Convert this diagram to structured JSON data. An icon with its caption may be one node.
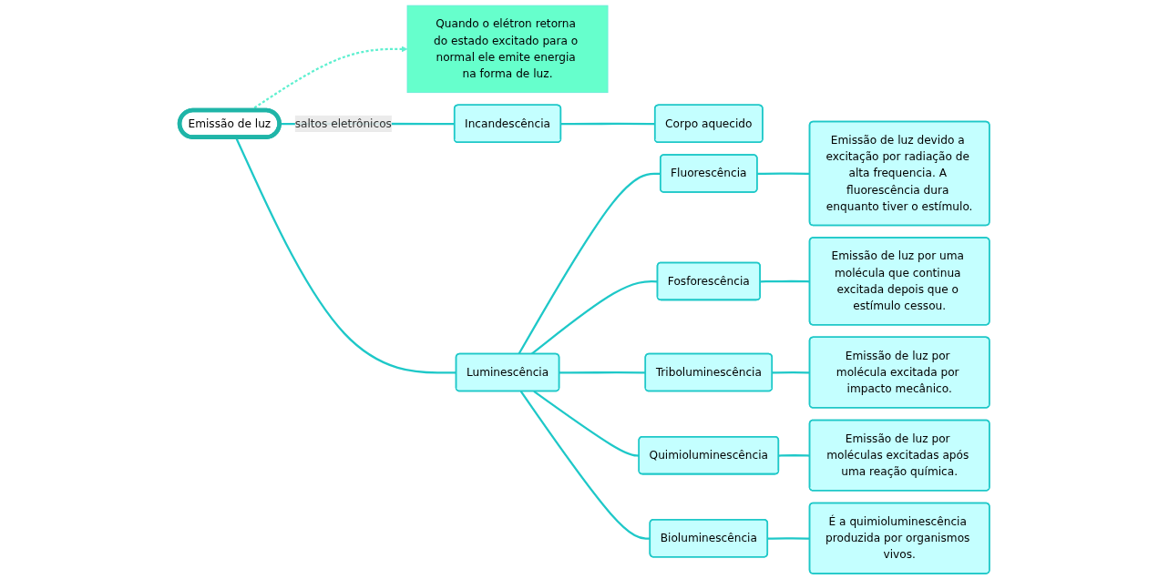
{
  "diagram": {
    "nodes": [
      {
        "text": [
          "Emissão de luz"
        ]
      },
      {
        "text": [
          "Quando o elétron retorna do estado excitado para o normal ele emite energia na forma de luz."
        ]
      },
      {
        "text": [
          "Incandescência"
        ]
      },
      {
        "text": [
          "Corpo aquecido"
        ]
      },
      {
        "text": [
          "Luminescência"
        ]
      },
      {
        "text": [
          "Fluorescência"
        ]
      },
      {
        "text": [
          "Emissão de luz devido a excitação por radiação de alta frequencia. A fluorescência dura enquanto tiver o estímulo."
        ]
      },
      {
        "text": [
          "Fosforescência"
        ]
      },
      {
        "text": [
          "Emissão de luz por uma molécula que continua excitada depois que o estímulo cessou."
        ]
      },
      {
        "text": [
          "Triboluminescência"
        ]
      },
      {
        "text": [
          "Emissão de luz por molécula excitada por impacto mecânico."
        ]
      },
      {
        "text": [
          "Quimioluminescência"
        ]
      },
      {
        "text": [
          "Emissão de luz por moléculas excitadas após uma reação química."
        ]
      },
      {
        "text": [
          "Bioluminescência"
        ]
      },
      {
        "text": [
          "É a quimioluminescência produzida por organismos vivos."
        ]
      }
    ],
    "edges": [
      {
        "from": 0,
        "to": 1,
        "arrow": "to",
        "style": "dashed",
        "color": "#5ff0d0"
      },
      {
        "from": 0,
        "to": 2,
        "arrow": "none",
        "label": "saltos eletrônicos"
      },
      {
        "from": 0,
        "to": 4,
        "arrow": "none"
      },
      {
        "from": 2,
        "to": 3,
        "arrow": "none"
      },
      {
        "from": 4,
        "to": 5,
        "arrow": "none"
      },
      {
        "from": 4,
        "to": 7,
        "arrow": "none"
      },
      {
        "from": 4,
        "to": 9,
        "arrow": "none"
      },
      {
        "from": 4,
        "to": 11,
        "arrow": "none"
      },
      {
        "from": 4,
        "to": 13,
        "arrow": "none"
      },
      {
        "from": 5,
        "to": 6,
        "arrow": "none"
      },
      {
        "from": 7,
        "to": 8,
        "arrow": "none"
      },
      {
        "from": 9,
        "to": 10,
        "arrow": "none"
      },
      {
        "from": 11,
        "to": 12,
        "arrow": "none"
      },
      {
        "from": 13,
        "to": 14,
        "arrow": "none"
      }
    ]
  }
}
